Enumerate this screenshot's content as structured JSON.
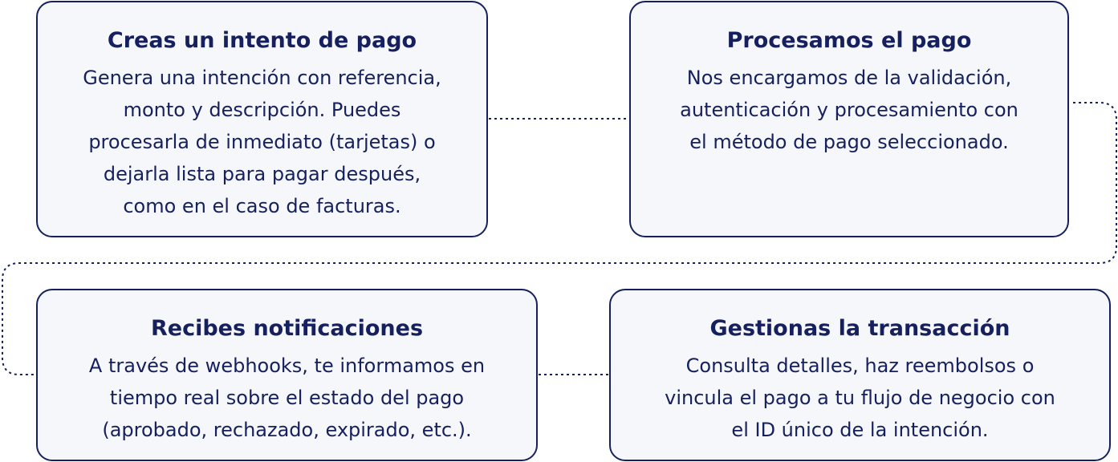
{
  "colors": {
    "card_border": "#16205e",
    "card_background": "#f5f7fa",
    "text": "#16205e",
    "connector": "#16205e"
  },
  "steps": [
    {
      "title": "Creas un intento de pago",
      "lines": [
        "Genera una intención con referencia,",
        "monto y descripción. Puedes",
        "procesarla de inmediato (tarjetas) o",
        "dejarla lista para pagar después,",
        "como en el caso de facturas."
      ]
    },
    {
      "title": "Procesamos el pago",
      "lines": [
        "Nos encargamos de la validación,",
        "autenticación y procesamiento con",
        "el método de pago seleccionado."
      ]
    },
    {
      "title": "Recibes notificaciones",
      "lines": [
        "A través de webhooks, te informamos en",
        "tiempo real sobre el estado del pago",
        "(aprobado, rechazado, expirado, etc.)."
      ]
    },
    {
      "title": "Gestionas la transacción",
      "lines": [
        "Consulta detalles, haz reembolsos o",
        "vincula el pago a tu flujo de negocio con",
        "el ID único de la intención."
      ]
    }
  ]
}
